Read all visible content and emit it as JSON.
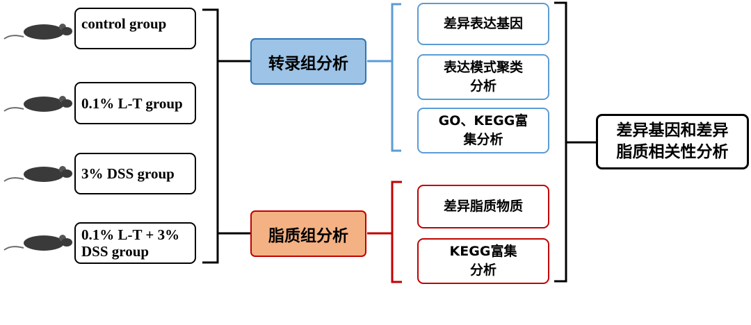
{
  "groups": [
    {
      "label": "control group"
    },
    {
      "label": "0.1% L-T group"
    },
    {
      "label": "3% DSS group"
    },
    {
      "label": "0.1% L-T + 3%\nDSS group"
    }
  ],
  "omics": {
    "transcriptome": {
      "label": "转录组分析",
      "fill": "#9dc3e6",
      "border": "#2e75b6"
    },
    "lipidome": {
      "label": "脂质组分析",
      "fill": "#f4b183",
      "border": "#c00000"
    }
  },
  "transcriptome_items": [
    {
      "label": "差异表达基因"
    },
    {
      "label": "表达模式聚类\n分析"
    },
    {
      "label": "GO、KEGG富\n集分析"
    }
  ],
  "lipidome_items": [
    {
      "label": "差异脂质物质"
    },
    {
      "label": "KEGG富集\n分析"
    }
  ],
  "final": {
    "label": "差异基因和差异\n脂质相关性分析"
  },
  "colors": {
    "blue": "#5b9bd5",
    "red": "#c00000",
    "black": "#000000"
  }
}
